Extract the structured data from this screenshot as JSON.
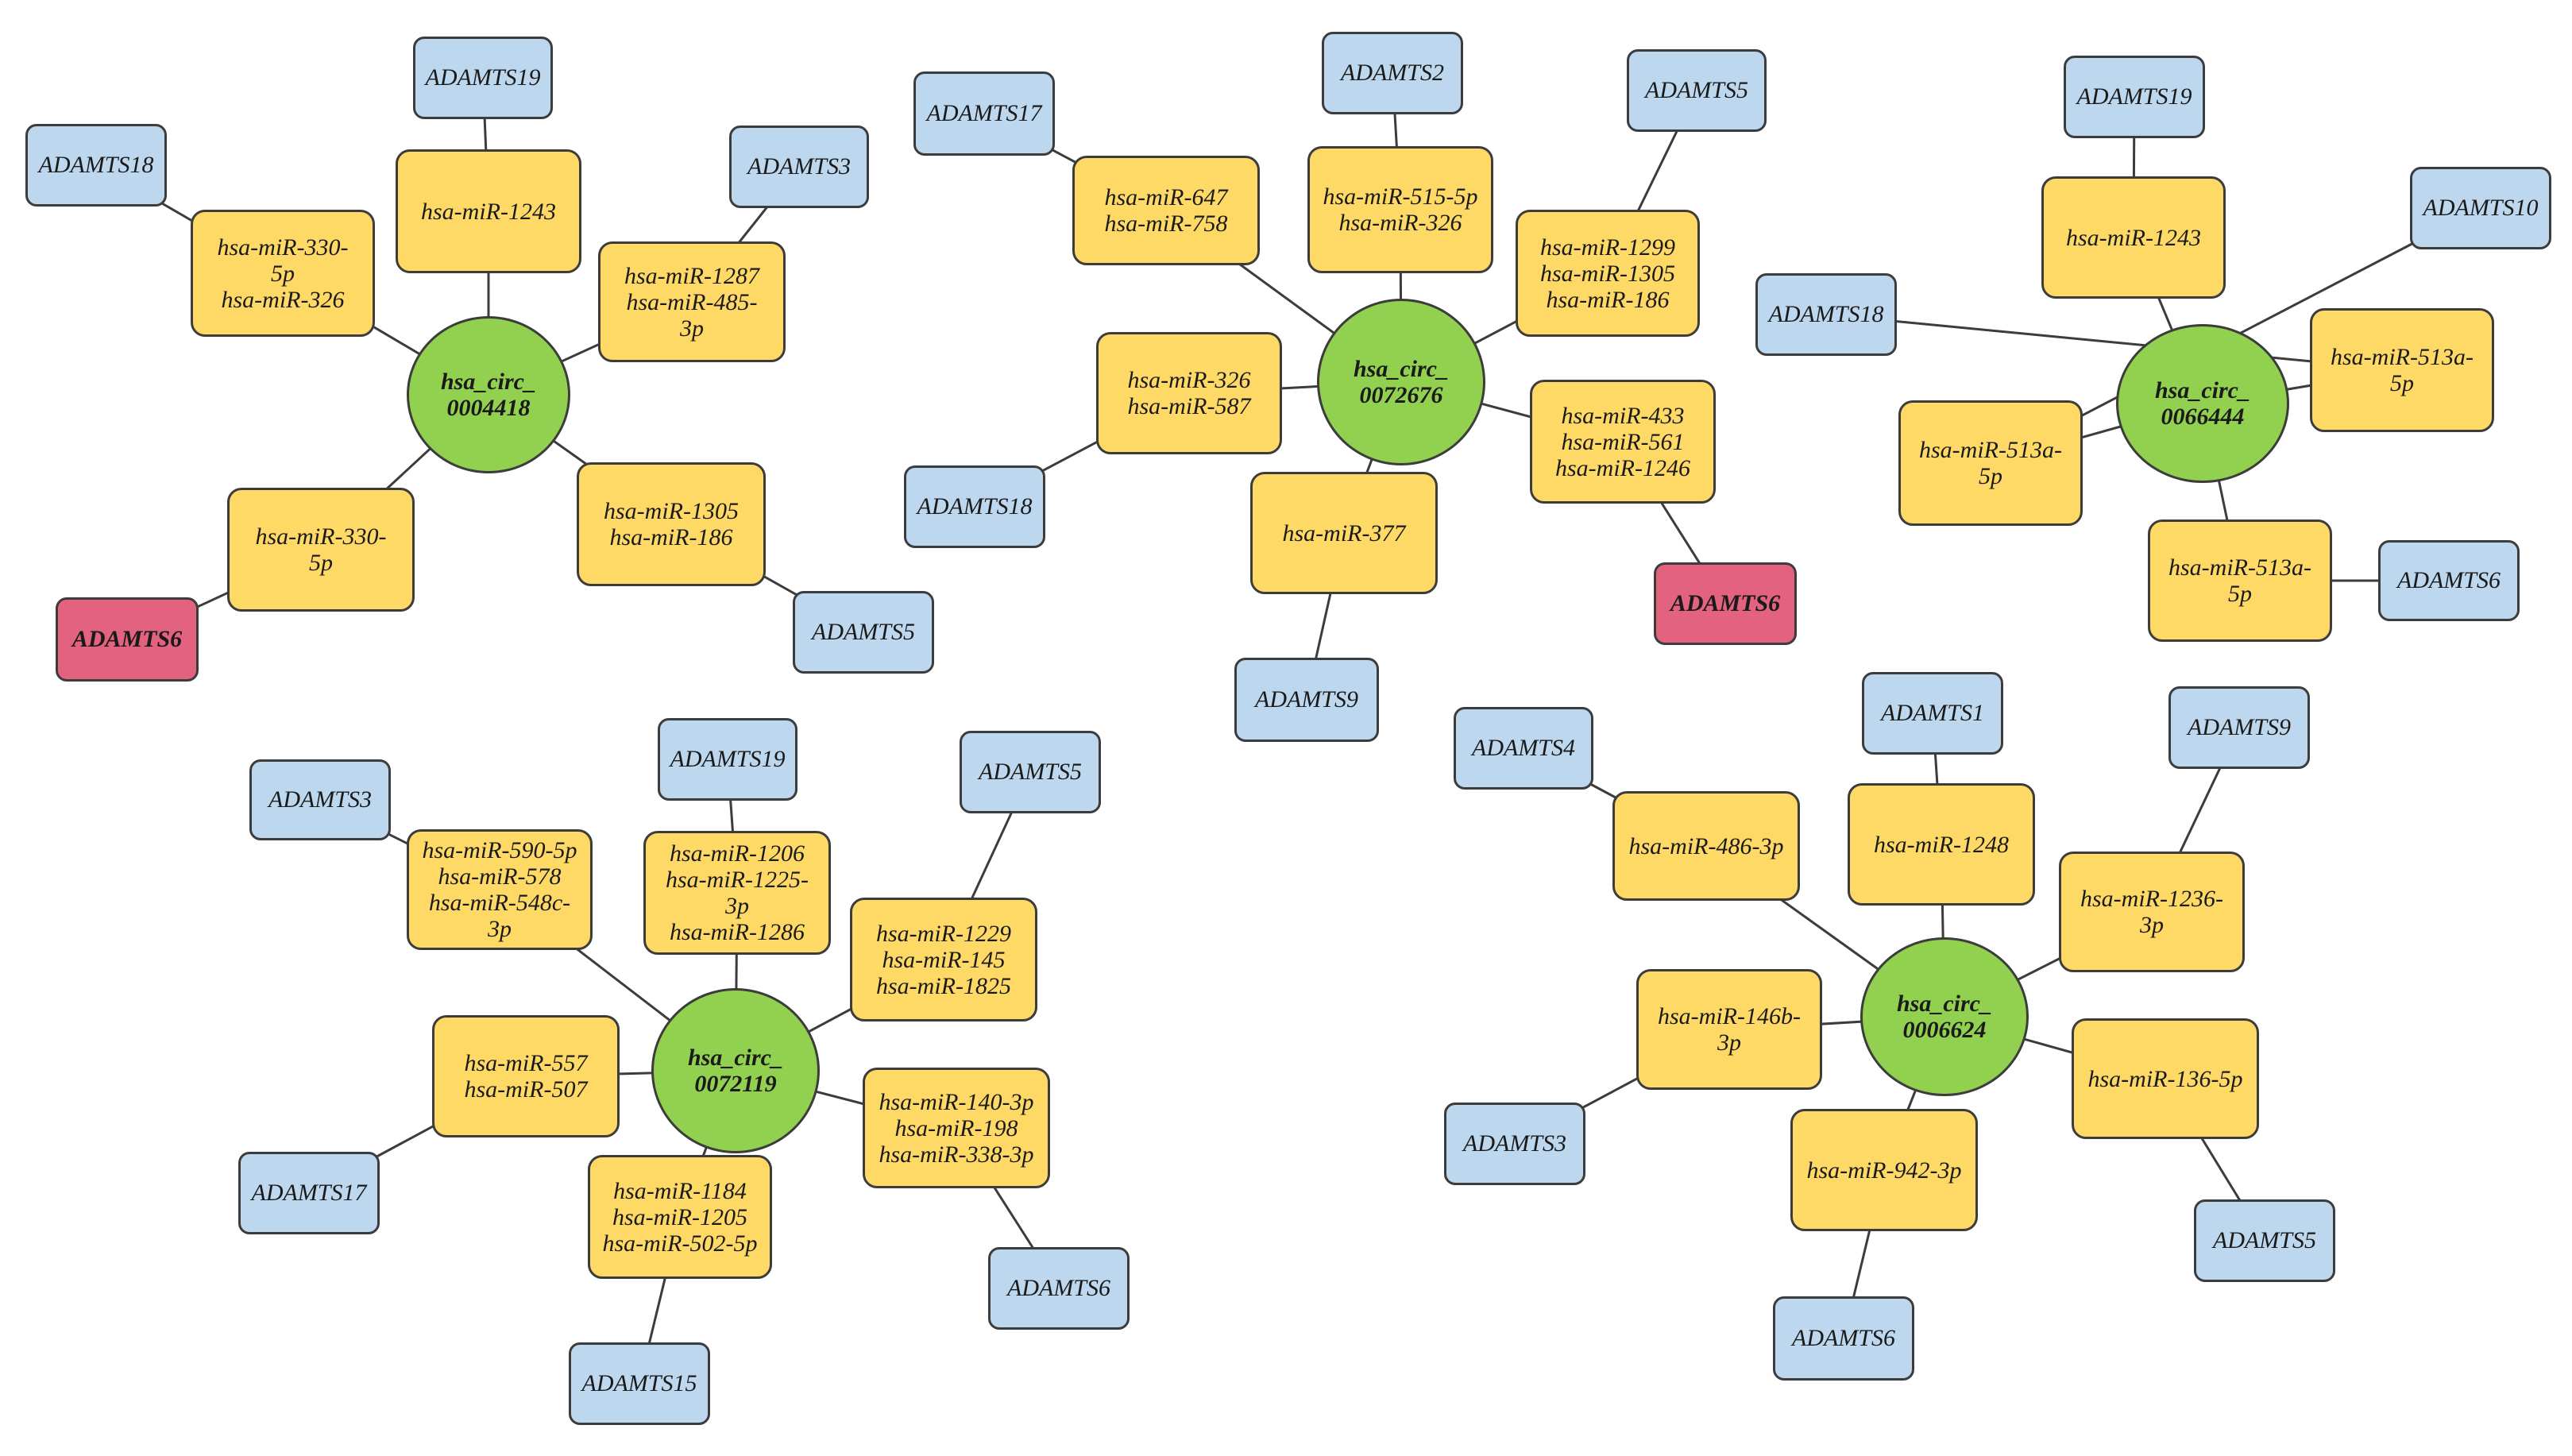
{
  "colors": {
    "circ": "#92d050",
    "mirna": "#ffd966",
    "gene": "#bdd7ee",
    "gene_highlight": "#e2627f",
    "edge": "#3c3c3c"
  },
  "nodes": [
    {
      "id": "c1",
      "type": "circ",
      "lines": [
        "hsa_circ_",
        "0004418"
      ]
    },
    {
      "id": "c1_m1",
      "type": "mirna",
      "lines": [
        "hsa-miR-1243"
      ]
    },
    {
      "id": "c1_m2",
      "type": "mirna",
      "lines": [
        "hsa-miR-330-",
        "5p",
        "hsa-miR-326"
      ]
    },
    {
      "id": "c1_m3",
      "type": "mirna",
      "lines": [
        "hsa-miR-1287",
        "hsa-miR-485-",
        "3p"
      ]
    },
    {
      "id": "c1_m4",
      "type": "mirna",
      "lines": [
        "hsa-miR-330-",
        "5p"
      ]
    },
    {
      "id": "c1_m5",
      "type": "mirna",
      "lines": [
        "hsa-miR-1305",
        "hsa-miR-186"
      ]
    },
    {
      "id": "c1_g1",
      "type": "gene",
      "lines": [
        "ADAMTS19"
      ]
    },
    {
      "id": "c1_g2",
      "type": "gene",
      "lines": [
        "ADAMTS18"
      ]
    },
    {
      "id": "c1_g3",
      "type": "gene",
      "lines": [
        "ADAMTS3"
      ]
    },
    {
      "id": "c1_g4",
      "type": "gene_highlight",
      "lines": [
        "ADAMTS6"
      ]
    },
    {
      "id": "c1_g5",
      "type": "gene",
      "lines": [
        "ADAMTS5"
      ]
    },
    {
      "id": "c2",
      "type": "circ",
      "lines": [
        "hsa_circ_",
        "0072676"
      ]
    },
    {
      "id": "c2_m1",
      "type": "mirna",
      "lines": [
        "hsa-miR-647",
        "hsa-miR-758"
      ]
    },
    {
      "id": "c2_m2",
      "type": "mirna",
      "lines": [
        "hsa-miR-515-5p",
        "hsa-miR-326"
      ]
    },
    {
      "id": "c2_m3",
      "type": "mirna",
      "lines": [
        "hsa-miR-1299",
        "hsa-miR-1305",
        "hsa-miR-186"
      ]
    },
    {
      "id": "c2_m4",
      "type": "mirna",
      "lines": [
        "hsa-miR-326",
        "hsa-miR-587"
      ]
    },
    {
      "id": "c2_m5",
      "type": "mirna",
      "lines": [
        "hsa-miR-433",
        "hsa-miR-561",
        "hsa-miR-1246"
      ]
    },
    {
      "id": "c2_m6",
      "type": "mirna",
      "lines": [
        "hsa-miR-377"
      ]
    },
    {
      "id": "c2_g1",
      "type": "gene",
      "lines": [
        "ADAMTS17"
      ]
    },
    {
      "id": "c2_g2",
      "type": "gene",
      "lines": [
        "ADAMTS2"
      ]
    },
    {
      "id": "c2_g3",
      "type": "gene",
      "lines": [
        "ADAMTS5"
      ]
    },
    {
      "id": "c2_g4",
      "type": "gene",
      "lines": [
        "ADAMTS18"
      ]
    },
    {
      "id": "c2_g5",
      "type": "gene_highlight",
      "lines": [
        "ADAMTS6"
      ]
    },
    {
      "id": "c2_g6",
      "type": "gene",
      "lines": [
        "ADAMTS9"
      ]
    },
    {
      "id": "c3",
      "type": "circ",
      "lines": [
        "hsa_circ_",
        "0066444"
      ]
    },
    {
      "id": "c3_m1",
      "type": "mirna",
      "lines": [
        "hsa-miR-1243"
      ]
    },
    {
      "id": "c3_m2",
      "type": "mirna",
      "lines": [
        "hsa-miR-513a-",
        "5p"
      ]
    },
    {
      "id": "c3_m3",
      "type": "mirna",
      "lines": [
        "hsa-miR-513a-",
        "5p"
      ]
    },
    {
      "id": "c3_m4",
      "type": "mirna",
      "lines": [
        "hsa-miR-513a-",
        "5p"
      ]
    },
    {
      "id": "c3_g1",
      "type": "gene",
      "lines": [
        "ADAMTS19"
      ]
    },
    {
      "id": "c3_g2",
      "type": "gene",
      "lines": [
        "ADAMTS10"
      ]
    },
    {
      "id": "c3_g3",
      "type": "gene",
      "lines": [
        "ADAMTS18"
      ]
    },
    {
      "id": "c3_g4",
      "type": "gene",
      "lines": [
        "ADAMTS6"
      ]
    },
    {
      "id": "c4",
      "type": "circ",
      "lines": [
        "hsa_circ_",
        "0072119"
      ]
    },
    {
      "id": "c4_m1",
      "type": "mirna",
      "lines": [
        "hsa-miR-590-5p",
        "hsa-miR-578",
        "hsa-miR-548c-",
        "3p"
      ]
    },
    {
      "id": "c4_m2",
      "type": "mirna",
      "lines": [
        "hsa-miR-1206",
        "hsa-miR-1225-",
        "3p",
        "hsa-miR-1286"
      ]
    },
    {
      "id": "c4_m3",
      "type": "mirna",
      "lines": [
        "hsa-miR-1229",
        "hsa-miR-145",
        "hsa-miR-1825"
      ]
    },
    {
      "id": "c4_m4",
      "type": "mirna",
      "lines": [
        "hsa-miR-557",
        "hsa-miR-507"
      ]
    },
    {
      "id": "c4_m5",
      "type": "mirna",
      "lines": [
        "hsa-miR-140-3p",
        "hsa-miR-198",
        "hsa-miR-338-3p"
      ]
    },
    {
      "id": "c4_m6",
      "type": "mirna",
      "lines": [
        "hsa-miR-1184",
        "hsa-miR-1205",
        "hsa-miR-502-5p"
      ]
    },
    {
      "id": "c4_g1",
      "type": "gene",
      "lines": [
        "ADAMTS3"
      ]
    },
    {
      "id": "c4_g2",
      "type": "gene",
      "lines": [
        "ADAMTS19"
      ]
    },
    {
      "id": "c4_g3",
      "type": "gene",
      "lines": [
        "ADAMTS5"
      ]
    },
    {
      "id": "c4_g4",
      "type": "gene",
      "lines": [
        "ADAMTS17"
      ]
    },
    {
      "id": "c4_g5",
      "type": "gene",
      "lines": [
        "ADAMTS6"
      ]
    },
    {
      "id": "c4_g6",
      "type": "gene",
      "lines": [
        "ADAMTS15"
      ]
    },
    {
      "id": "c5",
      "type": "circ",
      "lines": [
        "hsa_circ_",
        "0006624"
      ]
    },
    {
      "id": "c5_m1",
      "type": "mirna",
      "lines": [
        "hsa-miR-486-3p"
      ]
    },
    {
      "id": "c5_m2",
      "type": "mirna",
      "lines": [
        "hsa-miR-1248"
      ]
    },
    {
      "id": "c5_m3",
      "type": "mirna",
      "lines": [
        "hsa-miR-1236-",
        "3p"
      ]
    },
    {
      "id": "c5_m4",
      "type": "mirna",
      "lines": [
        "hsa-miR-146b-",
        "3p"
      ]
    },
    {
      "id": "c5_m5",
      "type": "mirna",
      "lines": [
        "hsa-miR-136-5p"
      ]
    },
    {
      "id": "c5_m6",
      "type": "mirna",
      "lines": [
        "hsa-miR-942-3p"
      ]
    },
    {
      "id": "c5_g1",
      "type": "gene",
      "lines": [
        "ADAMTS4"
      ]
    },
    {
      "id": "c5_g2",
      "type": "gene",
      "lines": [
        "ADAMTS1"
      ]
    },
    {
      "id": "c5_g3",
      "type": "gene",
      "lines": [
        "ADAMTS9"
      ]
    },
    {
      "id": "c5_g4",
      "type": "gene",
      "lines": [
        "ADAMTS3"
      ]
    },
    {
      "id": "c5_g5",
      "type": "gene",
      "lines": [
        "ADAMTS5"
      ]
    },
    {
      "id": "c5_g6",
      "type": "gene",
      "lines": [
        "ADAMTS6"
      ]
    }
  ],
  "edges": [
    [
      "c1",
      "c1_m1"
    ],
    [
      "c1",
      "c1_m2"
    ],
    [
      "c1",
      "c1_m3"
    ],
    [
      "c1",
      "c1_m4"
    ],
    [
      "c1",
      "c1_m5"
    ],
    [
      "c1_m1",
      "c1_g1"
    ],
    [
      "c1_m2",
      "c1_g2"
    ],
    [
      "c1_m3",
      "c1_g3"
    ],
    [
      "c1_m4",
      "c1_g4"
    ],
    [
      "c1_m5",
      "c1_g5"
    ],
    [
      "c2",
      "c2_m1"
    ],
    [
      "c2",
      "c2_m2"
    ],
    [
      "c2",
      "c2_m3"
    ],
    [
      "c2",
      "c2_m4"
    ],
    [
      "c2",
      "c2_m5"
    ],
    [
      "c2",
      "c2_m6"
    ],
    [
      "c2_m1",
      "c2_g1"
    ],
    [
      "c2_m2",
      "c2_g2"
    ],
    [
      "c2_m3",
      "c2_g3"
    ],
    [
      "c2_m4",
      "c2_g4"
    ],
    [
      "c2_m5",
      "c2_g5"
    ],
    [
      "c2_m6",
      "c2_g6"
    ],
    [
      "c3",
      "c3_m1"
    ],
    [
      "c3",
      "c3_m2"
    ],
    [
      "c3",
      "c3_m3"
    ],
    [
      "c3",
      "c3_m4"
    ],
    [
      "c3_m1",
      "c3_g1"
    ],
    [
      "c3_m2",
      "c3_g2"
    ],
    [
      "c3_m3",
      "c3_g3"
    ],
    [
      "c3_m4",
      "c3_g4"
    ],
    [
      "c4",
      "c4_m1"
    ],
    [
      "c4",
      "c4_m2"
    ],
    [
      "c4",
      "c4_m3"
    ],
    [
      "c4",
      "c4_m4"
    ],
    [
      "c4",
      "c4_m5"
    ],
    [
      "c4",
      "c4_m6"
    ],
    [
      "c4_m1",
      "c4_g1"
    ],
    [
      "c4_m2",
      "c4_g2"
    ],
    [
      "c4_m3",
      "c4_g3"
    ],
    [
      "c4_m4",
      "c4_g4"
    ],
    [
      "c4_m5",
      "c4_g5"
    ],
    [
      "c4_m6",
      "c4_g6"
    ],
    [
      "c5",
      "c5_m1"
    ],
    [
      "c5",
      "c5_m2"
    ],
    [
      "c5",
      "c5_m3"
    ],
    [
      "c5",
      "c5_m4"
    ],
    [
      "c5",
      "c5_m5"
    ],
    [
      "c5",
      "c5_m6"
    ],
    [
      "c5_m1",
      "c5_g1"
    ],
    [
      "c5_m2",
      "c5_g2"
    ],
    [
      "c5_m3",
      "c5_g3"
    ],
    [
      "c5_m4",
      "c5_g4"
    ],
    [
      "c5_m5",
      "c5_g5"
    ],
    [
      "c5_m6",
      "c5_g6"
    ]
  ]
}
